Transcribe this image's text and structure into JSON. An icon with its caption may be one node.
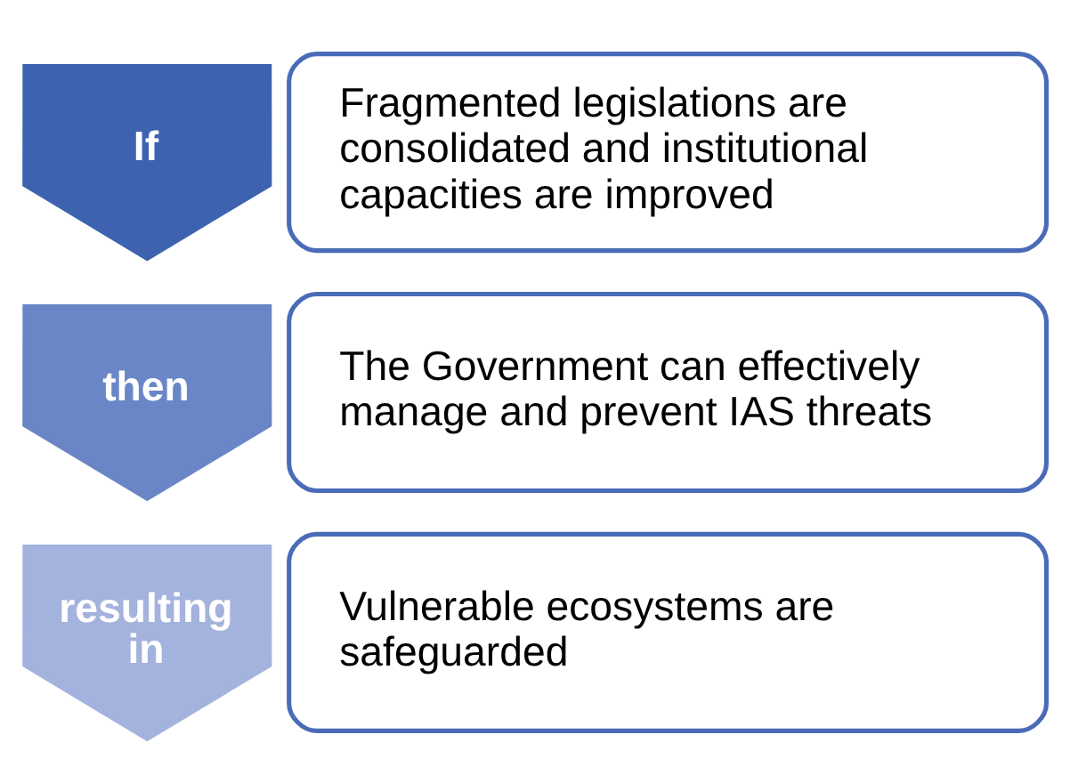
{
  "diagram": {
    "nodes": [
      {
        "text": [
          "If"
        ]
      },
      {
        "text": [
          "Fragmented legislations are consolidated and institutional capacities are improved"
        ]
      },
      {
        "text": [
          "then"
        ]
      },
      {
        "text": [
          "The Government can effectively manage and prevent IAS threats"
        ]
      },
      {
        "text": [
          "resulting in"
        ]
      },
      {
        "text": [
          "Vulnerable ecosystems are safeguarded"
        ]
      }
    ]
  }
}
